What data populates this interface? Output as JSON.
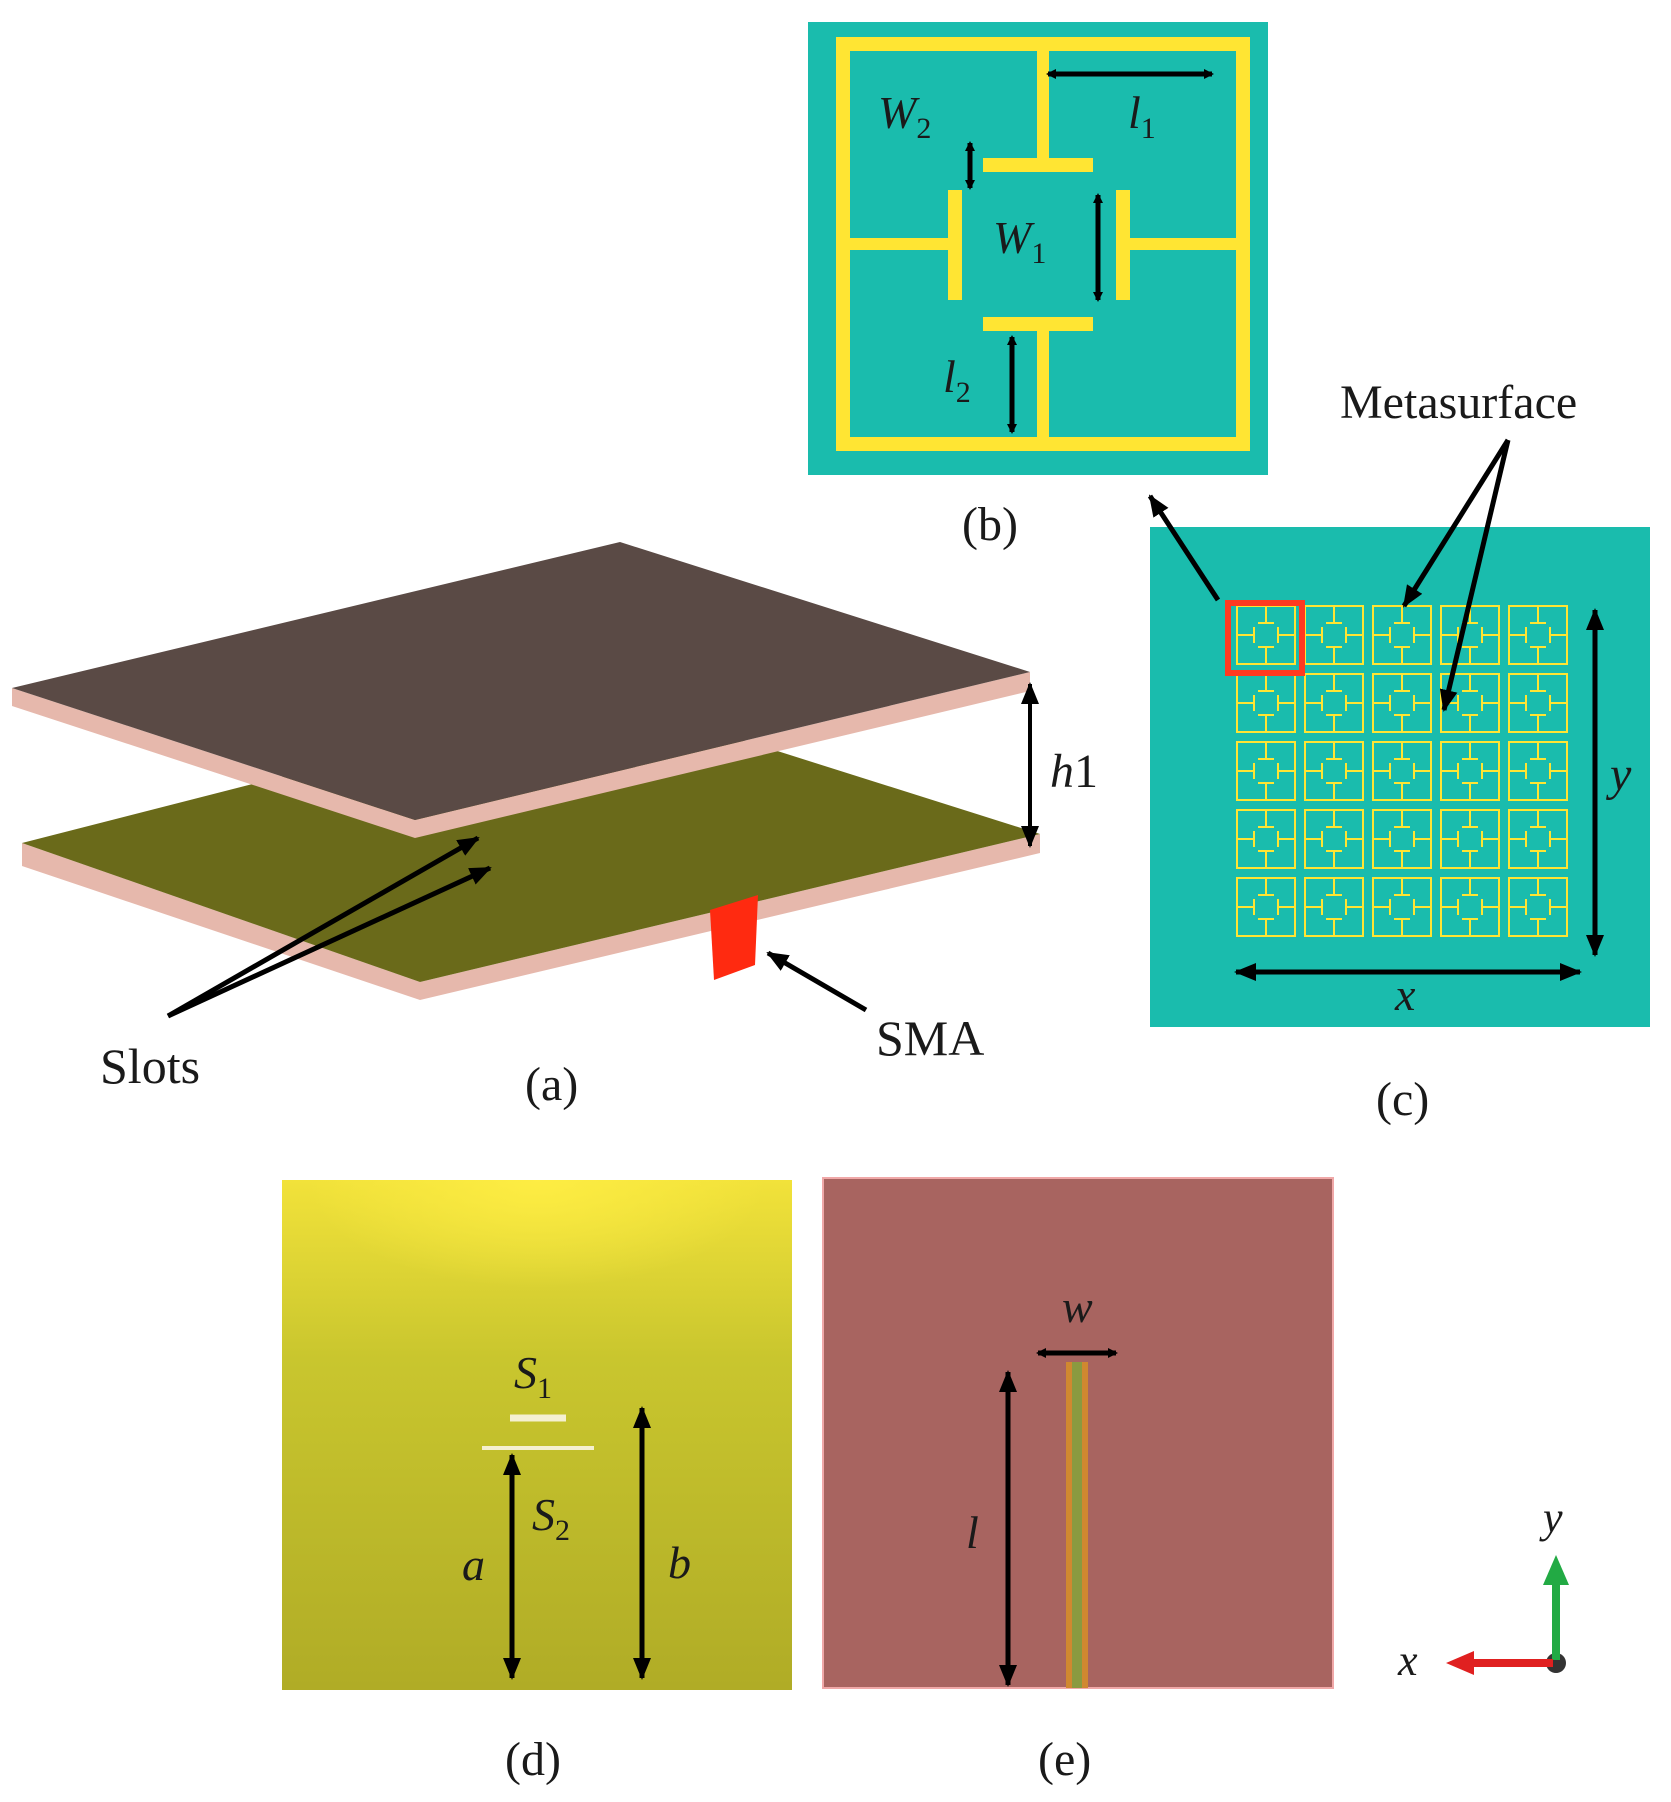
{
  "panels": {
    "a": {
      "caption": "(a)",
      "labels": {
        "slots": "Slots",
        "sma": "SMA",
        "h": "h",
        "h_sub": "1"
      }
    },
    "b": {
      "caption": "(b)",
      "labels": {
        "l1": "l",
        "l1_sub": "1",
        "w2": "W",
        "w2_sub": "2",
        "w1": "W",
        "w1_sub": "1",
        "l2": "l",
        "l2_sub": "2"
      }
    },
    "c": {
      "caption": "(c)",
      "labels": {
        "metasurface": "Metasurface",
        "x": "x",
        "y": "y"
      },
      "grid": {
        "rows": 5,
        "cols": 5
      }
    },
    "d": {
      "caption": "(d)",
      "labels": {
        "s1": "S",
        "s1_sub": "1",
        "s2": "S",
        "s2_sub": "2",
        "a": "a",
        "b": "b"
      }
    },
    "e": {
      "caption": "(e)",
      "labels": {
        "w": "w",
        "l": "l"
      }
    },
    "axes": {
      "x": "x",
      "y": "y"
    }
  },
  "colors": {
    "top_plate": "#5a4a45",
    "plate_edge": "#e6b8ac",
    "ground_plate": "#6a6a1a",
    "sma": "#ff2a10",
    "teal": "#1abcad",
    "yellow": "#ffe533",
    "unit_cell_highlight": "#ff3a20",
    "panel_d": "#b8b828",
    "panel_e": "#a86460",
    "feed_line": "#d08830",
    "axis_y": "#22aa44",
    "axis_x": "#e02020"
  }
}
